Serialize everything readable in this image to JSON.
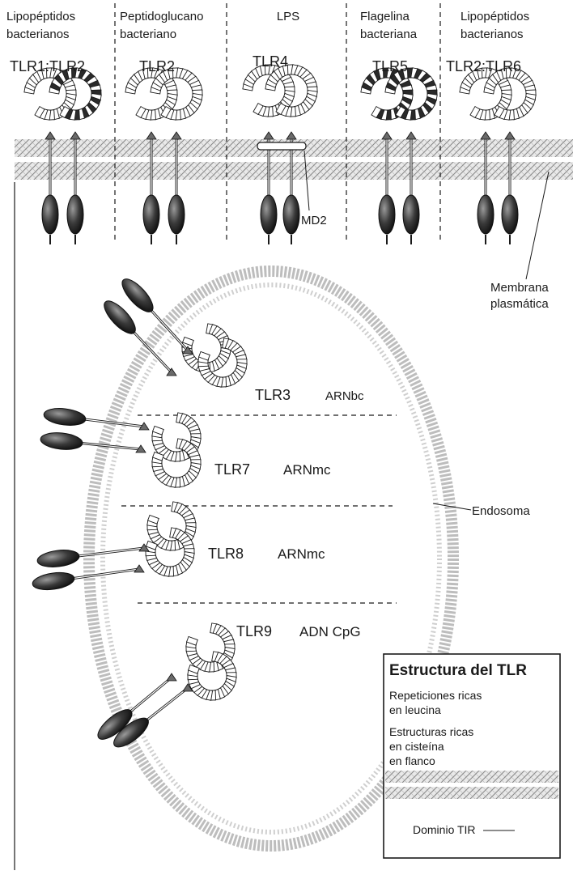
{
  "receptors_surface": [
    {
      "ligand_line1": "Lipopéptidos",
      "ligand_line2": "bacterianos",
      "name": "TLR1:TLR2"
    },
    {
      "ligand_line1": "Peptidoglucano",
      "ligand_line2": "bacteriano",
      "name": "TLR2"
    },
    {
      "ligand_line1": "LPS",
      "ligand_line2": "",
      "name": "TLR4"
    },
    {
      "ligand_line1": "Flagelina",
      "ligand_line2": "bacteriana",
      "name": "TLR5"
    },
    {
      "ligand_line1": "Lipopéptidos",
      "ligand_line2": "bacterianos",
      "name": "TLR2:TLR6"
    }
  ],
  "md2_label": "MD2",
  "membrane_label_line1": "Membrana",
  "membrane_label_line2": "plasmática",
  "endosome_label": "Endosoma",
  "receptors_endosomal": [
    {
      "name": "TLR3",
      "ligand": "ARNbc"
    },
    {
      "name": "TLR7",
      "ligand": "ARNmc"
    },
    {
      "name": "TLR8",
      "ligand": "ARNmc"
    },
    {
      "name": "TLR9",
      "ligand": "ADN CpG"
    }
  ],
  "structure_box": {
    "title": "Estructura del TLR",
    "lrr_line1": "Repeticiones ricas",
    "lrr_line2": "en leucina",
    "cys_line1": "Estructuras ricas",
    "cys_line2": "en cisteína",
    "cys_line3": "en flanco",
    "tir": "Dominio TIR"
  },
  "colors": {
    "ink": "#1a1a1a",
    "membrane": "#8a8a8a",
    "tir_domain": "#3a3a3a",
    "background": "#ffffff"
  }
}
